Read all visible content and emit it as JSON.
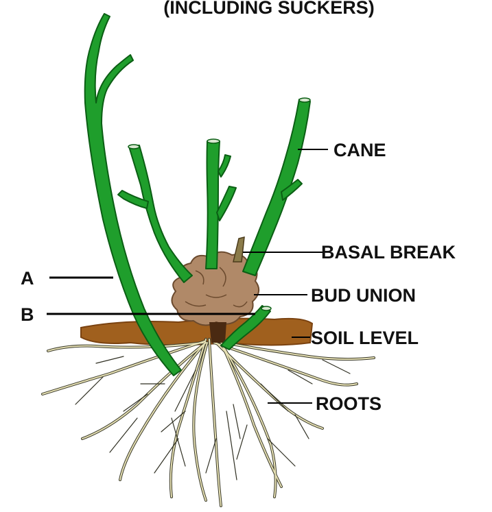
{
  "title": "(INCLUDING SUCKERS)",
  "labels": {
    "cane": "CANE",
    "basal_break": "BASAL BREAK",
    "bud_union": "BUD UNION",
    "soil_level": "SOIL LEVEL",
    "roots": "ROOTS",
    "a": "A",
    "b": "B"
  },
  "colors": {
    "cane_fill": "#1f9e2c",
    "cane_outline": "#0b5e14",
    "bud_union": "#b08968",
    "bud_outline": "#6b4a2e",
    "soil": "#a0601e",
    "roots": "#e6e0b4",
    "root_outline": "#3a3a2a",
    "leader_line": "#000000"
  }
}
